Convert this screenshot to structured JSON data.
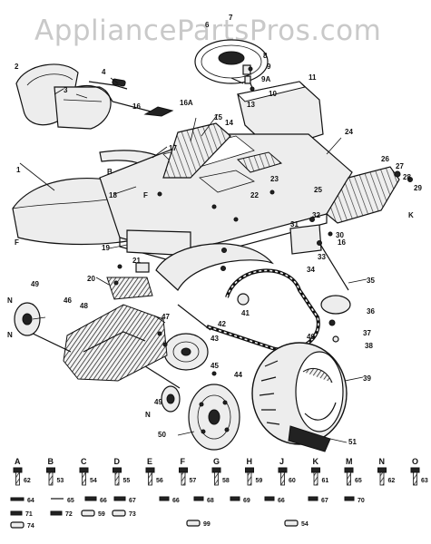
{
  "watermark": "AppliancePartsPros.com",
  "callouts": [
    {
      "id": "c1",
      "text": "1"
    },
    {
      "id": "c2",
      "text": "2"
    },
    {
      "id": "c3",
      "text": "3"
    },
    {
      "id": "c4",
      "text": "4"
    },
    {
      "id": "c6",
      "text": "6"
    },
    {
      "id": "c7",
      "text": "7"
    },
    {
      "id": "c8",
      "text": "8"
    },
    {
      "id": "c9",
      "text": "9"
    },
    {
      "id": "c9a",
      "text": "9A"
    },
    {
      "id": "c10",
      "text": "10"
    },
    {
      "id": "c11",
      "text": "11"
    },
    {
      "id": "c13",
      "text": "13"
    },
    {
      "id": "c14",
      "text": "14"
    },
    {
      "id": "c15",
      "text": "15"
    },
    {
      "id": "c16a",
      "text": "16"
    },
    {
      "id": "c16A",
      "text": "16A"
    },
    {
      "id": "c17",
      "text": "17"
    },
    {
      "id": "c18",
      "text": "18"
    },
    {
      "id": "c19",
      "text": "19"
    },
    {
      "id": "c20",
      "text": "20"
    },
    {
      "id": "c21",
      "text": "21"
    },
    {
      "id": "c22",
      "text": "22"
    },
    {
      "id": "c23",
      "text": "23"
    },
    {
      "id": "c24",
      "text": "24"
    },
    {
      "id": "c25",
      "text": "25"
    },
    {
      "id": "c26",
      "text": "26"
    },
    {
      "id": "c27",
      "text": "27"
    },
    {
      "id": "c28",
      "text": "28"
    },
    {
      "id": "c29",
      "text": "29"
    },
    {
      "id": "c30",
      "text": "30"
    },
    {
      "id": "c31",
      "text": "31"
    },
    {
      "id": "c32",
      "text": "32"
    },
    {
      "id": "c33",
      "text": "33"
    },
    {
      "id": "c34",
      "text": "34"
    },
    {
      "id": "c35",
      "text": "35"
    },
    {
      "id": "c36",
      "text": "36"
    },
    {
      "id": "c37",
      "text": "37"
    },
    {
      "id": "c38",
      "text": "38"
    },
    {
      "id": "c39",
      "text": "39"
    },
    {
      "id": "c40",
      "text": "40"
    },
    {
      "id": "c41",
      "text": "41"
    },
    {
      "id": "c42",
      "text": "42"
    },
    {
      "id": "c43",
      "text": "43"
    },
    {
      "id": "c44",
      "text": "44"
    },
    {
      "id": "c45",
      "text": "45"
    },
    {
      "id": "c46",
      "text": "46"
    },
    {
      "id": "c47",
      "text": "47"
    },
    {
      "id": "c48",
      "text": "48"
    },
    {
      "id": "c49a",
      "text": "49"
    },
    {
      "id": "c49b",
      "text": "49"
    },
    {
      "id": "c50",
      "text": "50"
    },
    {
      "id": "c51",
      "text": "51"
    },
    {
      "id": "c16b",
      "text": "16"
    },
    {
      "id": "cF1",
      "text": "F"
    },
    {
      "id": "cF2",
      "text": "F"
    },
    {
      "id": "cK",
      "text": "K"
    },
    {
      "id": "cB",
      "text": "B"
    },
    {
      "id": "cN1",
      "text": "N"
    },
    {
      "id": "cN2",
      "text": "N"
    },
    {
      "id": "cN3",
      "text": "N"
    }
  ],
  "hardware": [
    {
      "letter": "A",
      "num": "62"
    },
    {
      "letter": "B",
      "num": "53"
    },
    {
      "letter": "C",
      "num": "54"
    },
    {
      "letter": "D",
      "num": "55"
    },
    {
      "letter": "E",
      "num": "56"
    },
    {
      "letter": "F",
      "num": "57"
    },
    {
      "letter": "G",
      "num": "58"
    },
    {
      "letter": "H",
      "num": "59"
    },
    {
      "letter": "J",
      "num": "60"
    },
    {
      "letter": "K",
      "num": "61"
    },
    {
      "letter": "M",
      "num": "65"
    },
    {
      "letter": "N",
      "num": "62"
    },
    {
      "letter": "O",
      "num": "63"
    }
  ],
  "small_parts": [
    {
      "id": "s64",
      "text": "64"
    },
    {
      "id": "s65",
      "text": "65"
    },
    {
      "id": "s66a",
      "text": "66"
    },
    {
      "id": "s67",
      "text": "67"
    },
    {
      "id": "s66b",
      "text": "66"
    },
    {
      "id": "s68",
      "text": "68"
    },
    {
      "id": "s69",
      "text": "69"
    },
    {
      "id": "s70",
      "text": "70"
    },
    {
      "id": "s71",
      "text": "71"
    },
    {
      "id": "s72",
      "text": "72"
    },
    {
      "id": "s59",
      "text": "59"
    },
    {
      "id": "s73",
      "text": "73"
    },
    {
      "id": "s74",
      "text": "74"
    },
    {
      "id": "s99",
      "text": "99"
    },
    {
      "id": "s54",
      "text": "54"
    },
    {
      "id": "s66c",
      "text": "66"
    },
    {
      "id": "s67b",
      "text": "67"
    }
  ]
}
